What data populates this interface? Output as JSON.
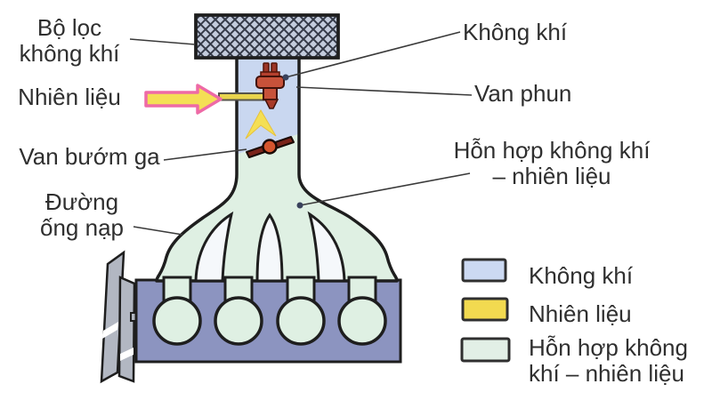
{
  "labels": {
    "air_filter": "Bộ lọc\nkhông khí",
    "fuel_in": "Nhiên liệu",
    "throttle": "Van bướm ga",
    "intake_manifold": "Đường\nống nạp",
    "air": "Không khí",
    "injector_valve": "Van phun",
    "mixture": "Hỗn hợp không khí\n– nhiên liệu"
  },
  "legend": {
    "items": [
      {
        "label": "Không khí",
        "color": "#ccd9f2"
      },
      {
        "label": "Nhiên liệu",
        "color": "#f2da50"
      },
      {
        "label": "Hỗn hợp không\nkhí – nhiên liệu",
        "color": "#e2efe6"
      }
    ]
  },
  "palette": {
    "air": "#c9d7f0",
    "fuel": "#f4df55",
    "fuel_pipe": "#e8d44d",
    "mixture": "#dff0e3",
    "engine_block": "#8c94c0",
    "filter_body": "#c3cbdc",
    "fan": "#b2b7c2",
    "injector_body": "#c7523a",
    "throttle_rod": "#7a241a",
    "throttle_hub": "#d4552e",
    "arrow_outline": "#ee6aa6",
    "outline": "#1e1e1e"
  }
}
